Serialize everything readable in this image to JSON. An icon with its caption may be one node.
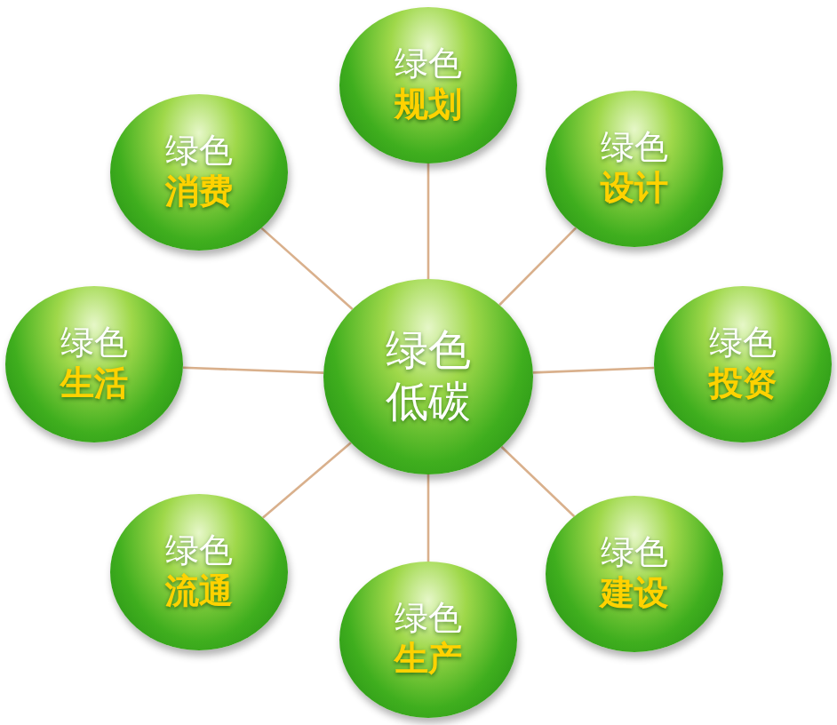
{
  "diagram": {
    "nodes": [
      {
        "text": [
          "绿色低碳"
        ]
      },
      {
        "text": [
          "绿色",
          "规划"
        ]
      },
      {
        "text": [
          "绿色",
          "设计"
        ]
      },
      {
        "text": [
          "绿色",
          "投资"
        ]
      },
      {
        "text": [
          "绿色",
          "建设"
        ]
      },
      {
        "text": [
          "绿色",
          "生产"
        ]
      },
      {
        "text": [
          "绿色",
          "流通"
        ]
      },
      {
        "text": [
          "绿色",
          "生活"
        ]
      },
      {
        "text": [
          "绿色",
          "消费"
        ]
      }
    ],
    "edges": [
      {
        "from": 0,
        "to": 1,
        "arrow": "none"
      },
      {
        "from": 0,
        "to": 2,
        "arrow": "none"
      },
      {
        "from": 0,
        "to": 3,
        "arrow": "none"
      },
      {
        "from": 0,
        "to": 4,
        "arrow": "none"
      },
      {
        "from": 0,
        "to": 5,
        "arrow": "none"
      },
      {
        "from": 0,
        "to": 6,
        "arrow": "none"
      },
      {
        "from": 0,
        "to": 7,
        "arrow": "none"
      },
      {
        "from": 0,
        "to": 8,
        "arrow": "none"
      }
    ]
  }
}
